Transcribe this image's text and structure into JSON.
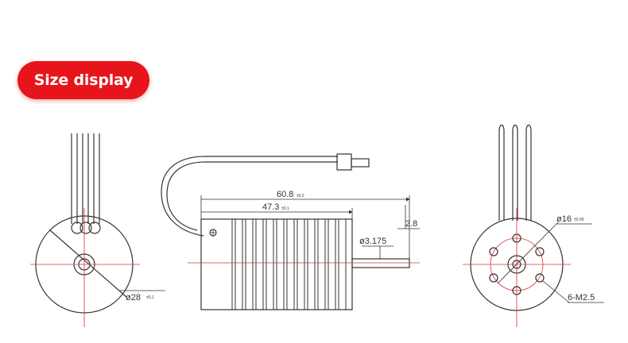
{
  "badge": {
    "label": "Size display",
    "color": "#e8141b"
  },
  "colors": {
    "line": "#333333",
    "center_line": "#e03030"
  },
  "dimensions": {
    "left_diameter": {
      "value": "ø28",
      "tol": "±0.1"
    },
    "overall_length": {
      "value": "60.8",
      "tol": "±0.2"
    },
    "body_length": {
      "value": "47.3",
      "tol": "±0.1"
    },
    "shaft_diameter": {
      "value": "ø3.175"
    },
    "shaft_offset": {
      "value": "2.8"
    },
    "bolt_circle": {
      "value": "ø16",
      "tol": "±0.05"
    },
    "holes": {
      "value": "6-M2.5"
    }
  }
}
